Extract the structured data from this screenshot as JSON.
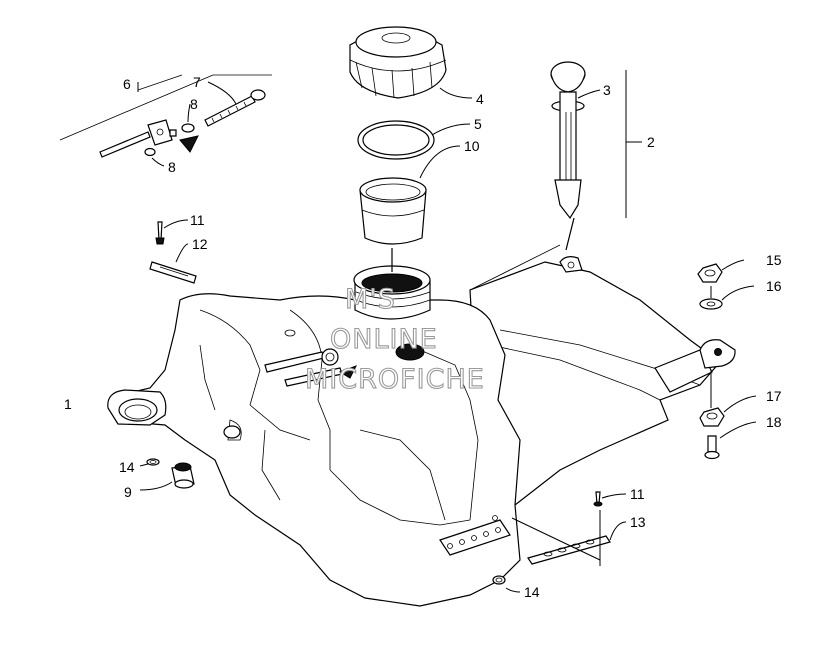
{
  "watermark": {
    "line1": "M'S",
    "line2": "ONLINE",
    "line3": "MICROFICHE"
  },
  "callouts": {
    "c1": "1",
    "c2": "2",
    "c3": "3",
    "c4": "4",
    "c5": "5",
    "c6": "6",
    "c7": "7",
    "c8a": "8",
    "c8b": "8",
    "c9": "9",
    "c10": "10",
    "c11a": "11",
    "c11b": "11",
    "c12": "12",
    "c13": "13",
    "c14a": "14",
    "c14b": "14",
    "c15": "15",
    "c16": "16",
    "c17": "17",
    "c18": "18"
  }
}
